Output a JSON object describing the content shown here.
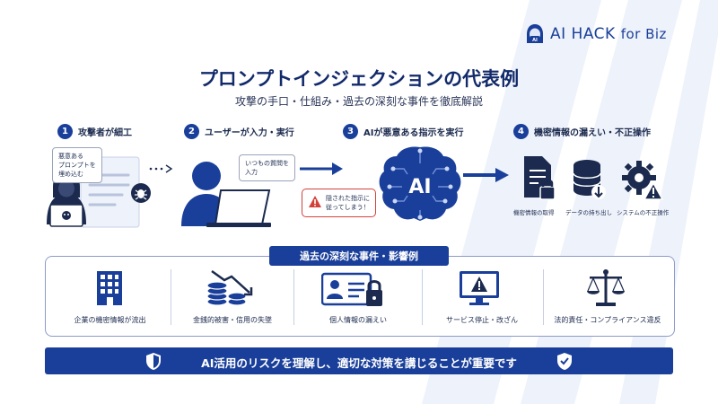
{
  "brand": {
    "name": "AI HACK",
    "suffix": "for Biz",
    "icon": "hacker-ai-icon"
  },
  "title": "プロンプトインジェクションの代表例",
  "subtitle": "攻撃の手口・仕組み・過去の深刻な事件を徹底解説",
  "steps": [
    {
      "num": "1",
      "label": "攻撃者が細工"
    },
    {
      "num": "2",
      "label": "ユーザーが入力・実行"
    },
    {
      "num": "3",
      "label": "AIが悪意ある指示を実行"
    },
    {
      "num": "4",
      "label": "機密情報の漏えい・不正操作"
    }
  ],
  "bubbles": {
    "attacker": [
      "悪意ある",
      "プロンプトを",
      "埋め込む"
    ],
    "user": [
      "いつもの質問を",
      "入力"
    ],
    "warning": [
      "隠された指示に",
      "従ってしまう！"
    ]
  },
  "ai_label": "AI",
  "outcomes": [
    "機密情報の取得",
    "データの持ち出し",
    "システムの不正操作"
  ],
  "cases_header": "過去の深刻な事件・影響例",
  "cases": [
    "企業の機密情報が流出",
    "金銭的被害・信用の失墜",
    "個人情報の漏えい",
    "サービス停止・改ざん",
    "法的責任・コンプライアンス違反"
  ],
  "footer": "AI活用のリスクを理解し、適切な対策を講じることが重要です",
  "colors": {
    "navy": "#1a3f9a",
    "dark": "#1b2a4e",
    "warning": "#d2423a"
  }
}
